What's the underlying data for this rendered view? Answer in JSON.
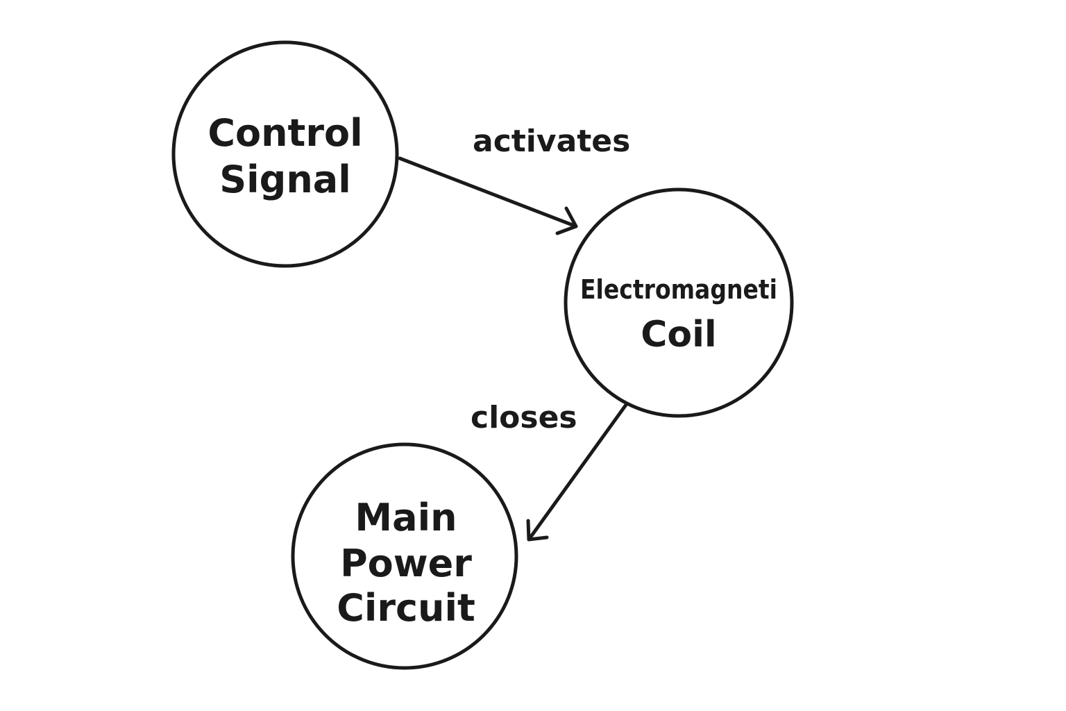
{
  "nodes": {
    "control_signal": {
      "line1": "Control",
      "line2": "Signal"
    },
    "coil": {
      "line1": "Electromagneti",
      "line2": "Coil"
    },
    "main_power": {
      "line1": "Main",
      "line2": "Power",
      "line3": "Circuit"
    }
  },
  "edges": {
    "activates": {
      "label": "activates"
    },
    "closes": {
      "label": "closes"
    }
  },
  "colors": {
    "stroke": "#1a1a1a",
    "background": "#ffffff"
  }
}
